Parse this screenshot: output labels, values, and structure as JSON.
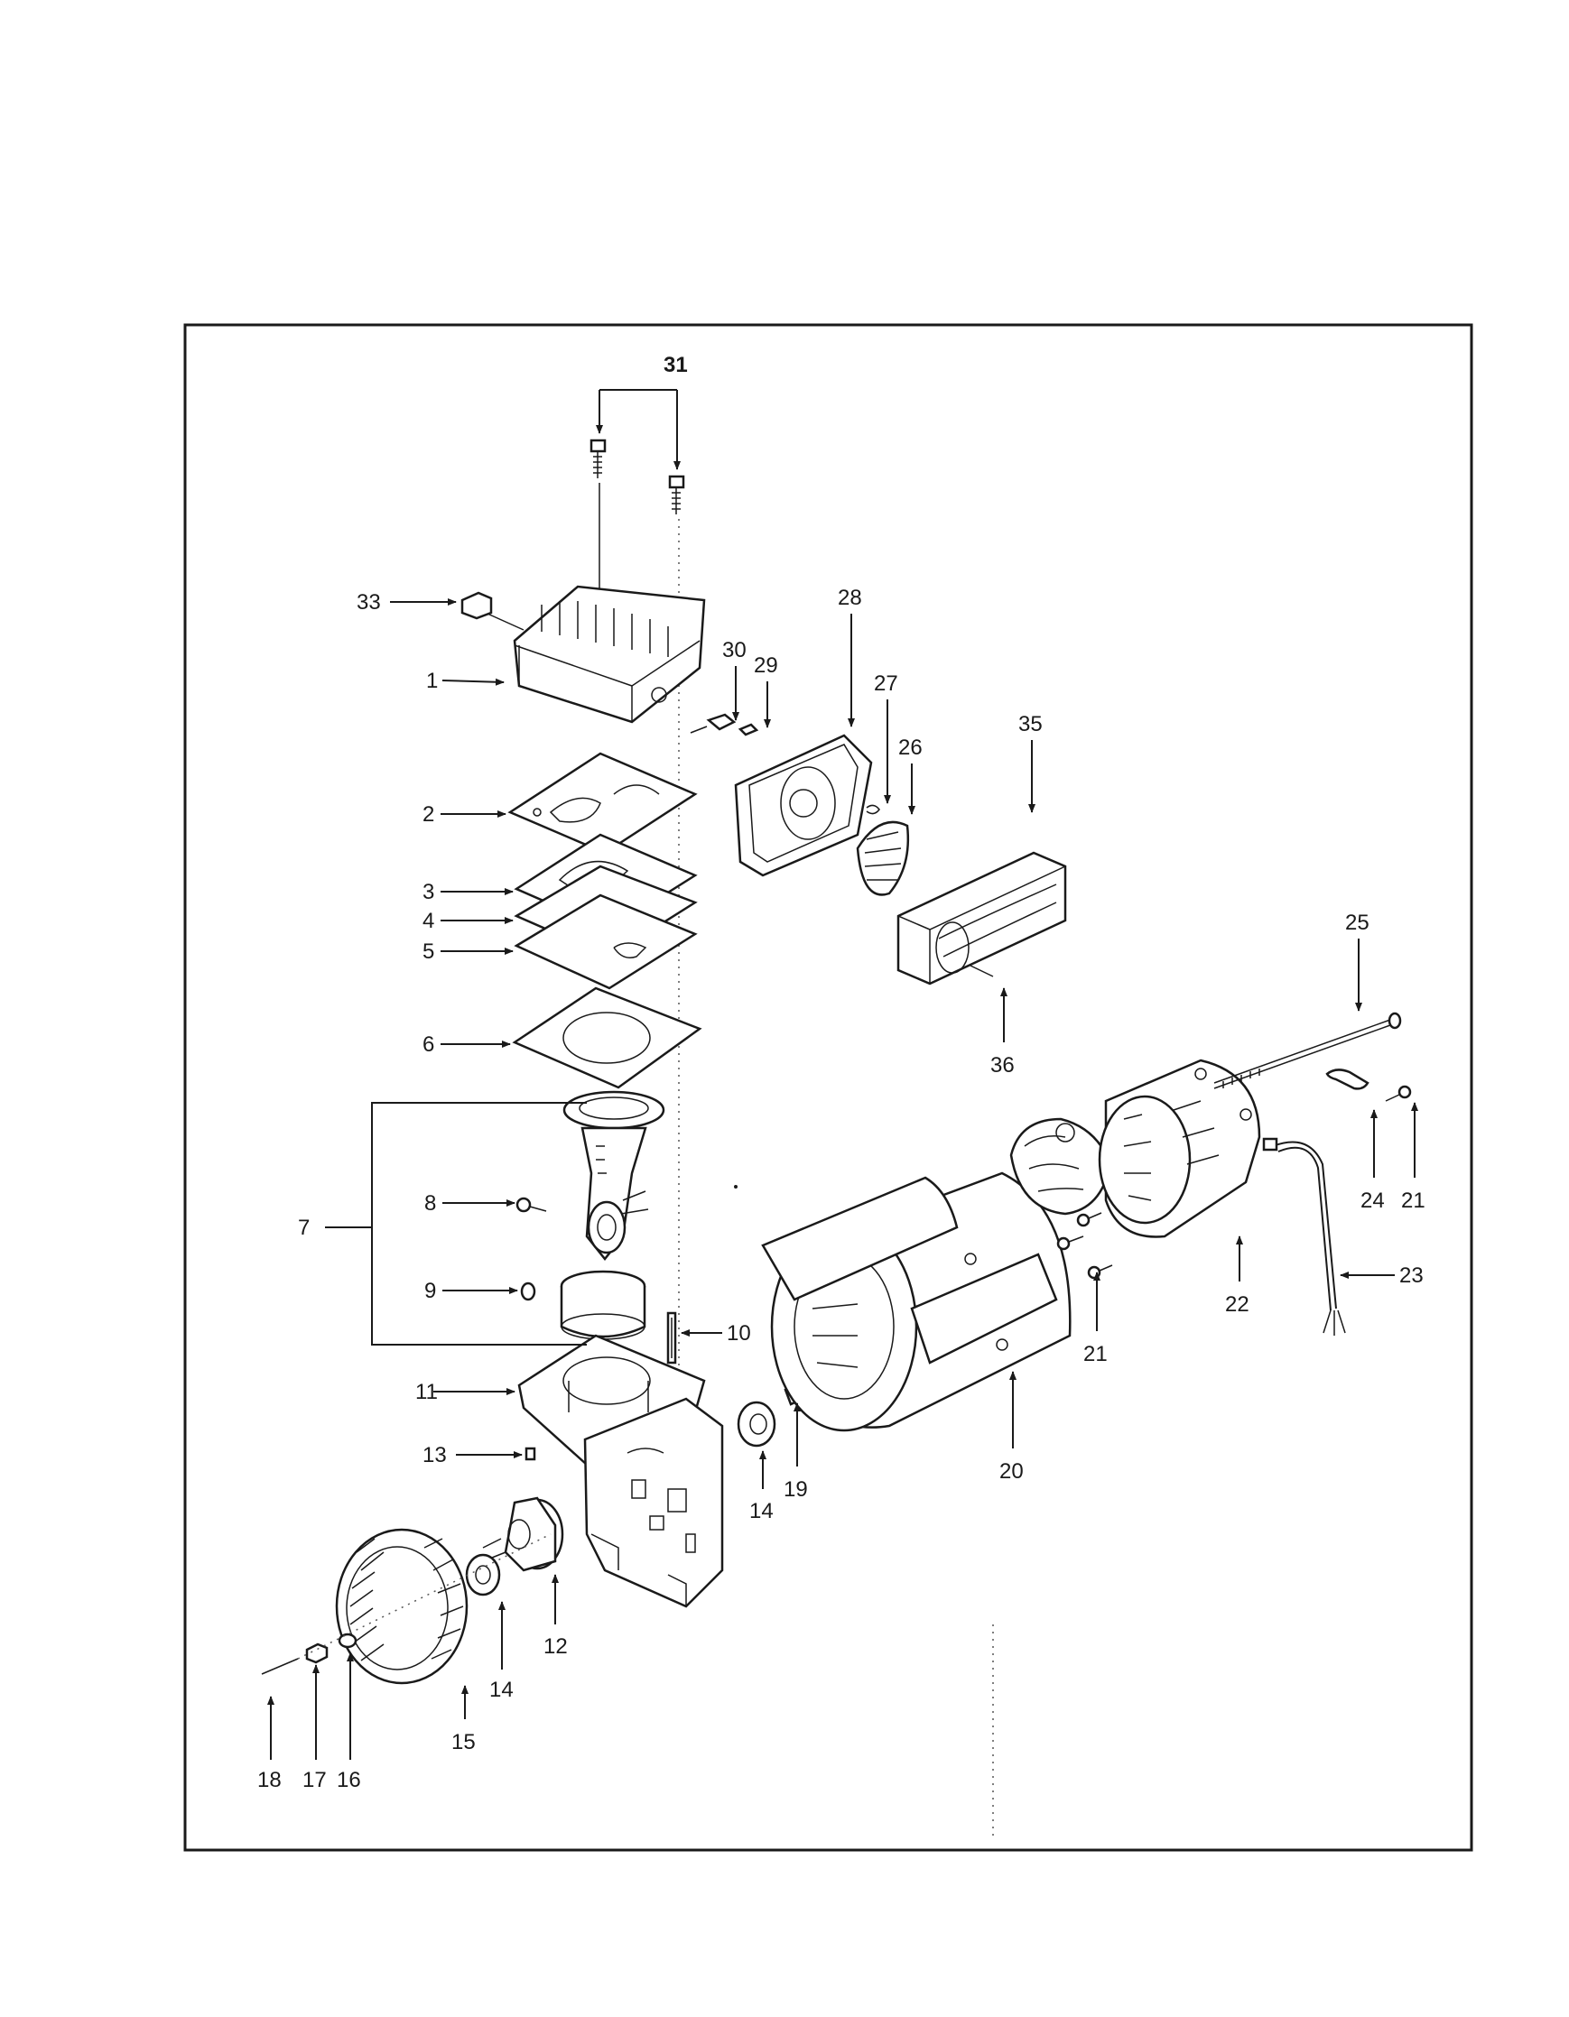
{
  "diagram": {
    "callouts": {
      "c1": "1",
      "c2": "2",
      "c3": "3",
      "c4": "4",
      "c5": "5",
      "c6": "6",
      "c7": "7",
      "c8": "8",
      "c9": "9",
      "c10": "10",
      "c11": "11",
      "c12": "12",
      "c13": "13",
      "c14a": "14",
      "c14b": "14",
      "c15": "15",
      "c16": "16",
      "c17": "17",
      "c18": "18",
      "c19": "19",
      "c20": "20",
      "c21a": "21",
      "c21b": "21",
      "c22": "22",
      "c23": "23",
      "c24": "24",
      "c25": "25",
      "c26": "26",
      "c27": "27",
      "c28": "28",
      "c29": "29",
      "c30": "30",
      "c31": "31",
      "c33": "33",
      "c35": "35",
      "c36": "36"
    }
  }
}
